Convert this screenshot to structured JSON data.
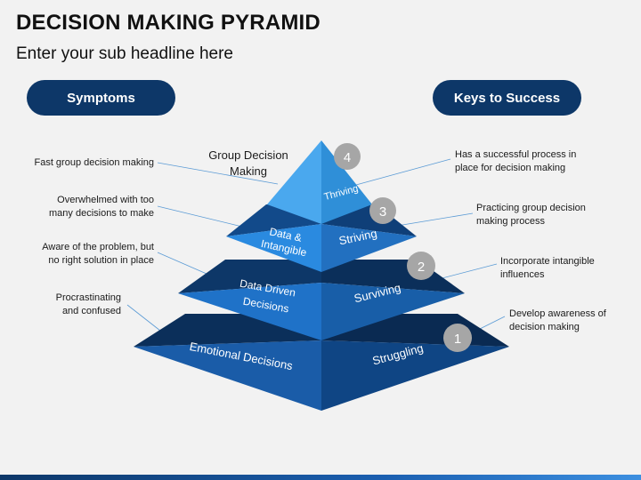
{
  "header": {
    "title": "DECISION MAKING PYRAMID",
    "subtitle": "Enter your sub headline here"
  },
  "pills": {
    "left": "Symptoms",
    "right": "Keys to Success"
  },
  "pyramid": {
    "top_label": "Group Decision Making",
    "levels": [
      {
        "number": "4",
        "left_label": "",
        "right_label": "Thriving"
      },
      {
        "number": "3",
        "left_label": "Data & Intangible",
        "right_label": "Striving"
      },
      {
        "number": "2",
        "left_label": "Data Driven Decisions",
        "right_label": "Surviving"
      },
      {
        "number": "1",
        "left_label": "Emotional Decisions",
        "right_label": "Struggling"
      }
    ]
  },
  "symptoms": [
    {
      "line1": "Fast group decision making",
      "line2": ""
    },
    {
      "line1": "Overwhelmed with too",
      "line2": "many decisions to make"
    },
    {
      "line1": "Aware of the problem, but",
      "line2": "no right solution in place"
    },
    {
      "line1": "Procrastinating",
      "line2": "and confused"
    }
  ],
  "keys": [
    {
      "line1": "Has a successful process in",
      "line2": "place for decision making"
    },
    {
      "line1": "Practicing group decision",
      "line2": "making process"
    },
    {
      "line1": "Incorporate intangible",
      "line2": "influences"
    },
    {
      "line1": "Develop awareness of",
      "line2": "decision making"
    }
  ],
  "colors": {
    "navy": "#0d3768",
    "level1_left": "#1a5ca8",
    "level1_right": "#0f4584",
    "level2_left": "#1f72c8",
    "level2_right": "#185ea8",
    "level3_left": "#2a8ae0",
    "level3_right": "#2270c0",
    "level4_left": "#4aa8ee",
    "level4_right": "#2f8fd8",
    "badge": "#a6a6a6"
  }
}
